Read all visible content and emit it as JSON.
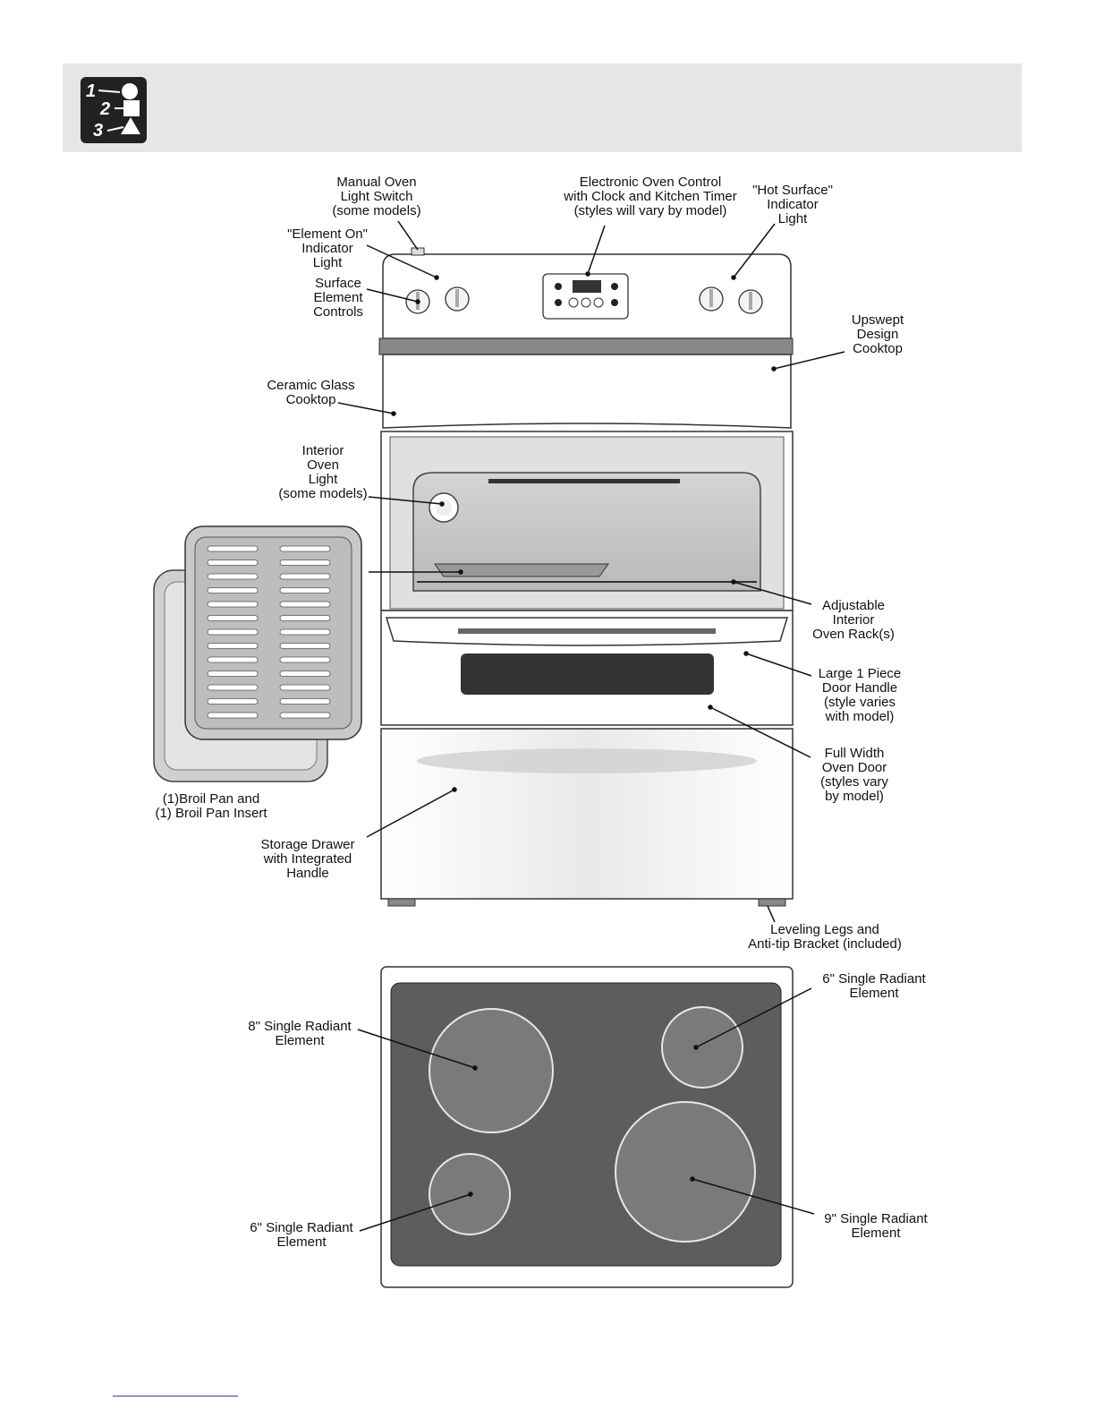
{
  "callouts": {
    "manual_light": "Manual Oven\nLight Switch\n(some models)",
    "electronic_control": "Electronic Oven Control\nwith Clock and Kitchen Timer\n(styles will vary by model)",
    "hot_surface": "\"Hot Surface\"\nIndicator\nLight",
    "element_on": "\"Element On\"\nIndicator\nLight",
    "surface_controls": "Surface\nElement\nControls",
    "upswept": "Upswept\nDesign\nCooktop",
    "ceramic_glass": "Ceramic Glass\nCooktop",
    "interior_light": "Interior\nOven\nLight\n(some models)",
    "adjustable_rack": "Adjustable\nInterior\nOven Rack(s)",
    "door_handle": "Large 1 Piece\nDoor Handle\n(style varies\nwith model)",
    "oven_door": "Full Width\nOven Door\n(styles vary\nby model)",
    "broil_pan": "(1)Broil Pan and\n(1) Broil Pan Insert",
    "storage_drawer": "Storage Drawer\nwith Integrated\nHandle",
    "leveling_legs": "Leveling Legs and\nAnti-tip Bracket (included)",
    "el_6_top_right": "6\" Single Radiant\nElement",
    "el_8_top_left": "8\" Single Radiant\nElement",
    "el_6_bottom_left": "6\" Single Radiant\nElement",
    "el_9_bottom_right": "9\" Single Radiant\nElement"
  },
  "icon": {
    "numbers": [
      "1",
      "2",
      "3"
    ]
  },
  "colors": {
    "banner": "#e6e6e6",
    "cooktop_glass": "#5d5d5d",
    "element": "#7a7a7a",
    "oven_interior": "#c8c8c8",
    "rule": "#2b3fb0"
  }
}
